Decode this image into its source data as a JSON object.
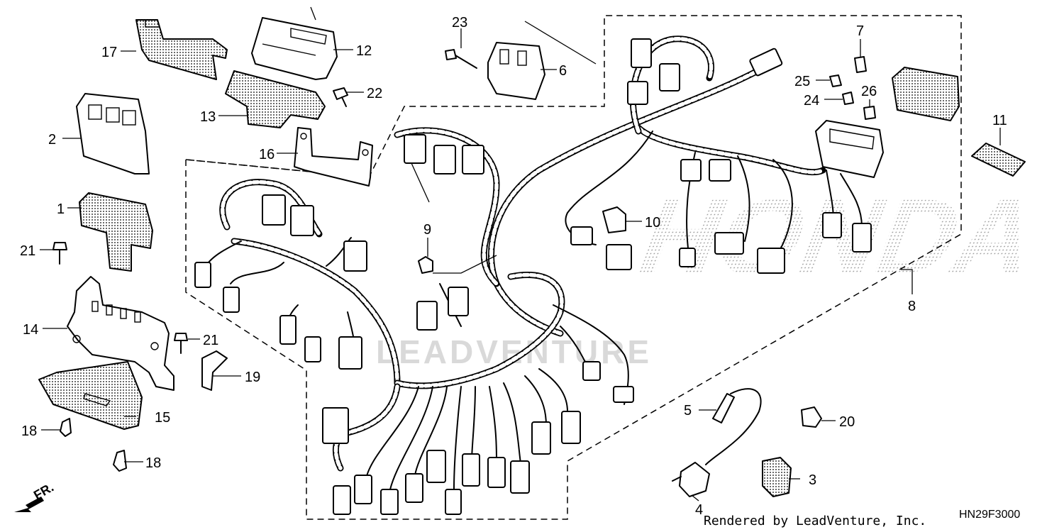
{
  "diagram": {
    "callouts": {
      "c1": "1",
      "c2": "2",
      "c3": "3",
      "c4": "4",
      "c5": "5",
      "c6": "6",
      "c7": "7",
      "c8": "8",
      "c9": "9",
      "c10": "10",
      "c11": "11",
      "c12": "12",
      "c13": "13",
      "c14": "14",
      "c15": "15",
      "c16": "16",
      "c17": "17",
      "c18a": "18",
      "c18b": "18",
      "c19": "19",
      "c20": "20",
      "c21a": "21",
      "c21b": "21",
      "c22": "22",
      "c23": "23",
      "c24": "24",
      "c25": "25",
      "c26": "26"
    },
    "front_marker": "FR.",
    "footer_credit": "Rendered by LeadVenture, Inc.",
    "diagram_code": "HN29F3000",
    "watermark_text": "LEADVENTURE",
    "brand_watermark": "HONDA",
    "colors": {
      "ink": "#000000",
      "paper": "#ffffff",
      "watermark": "#d9d9d9"
    }
  }
}
